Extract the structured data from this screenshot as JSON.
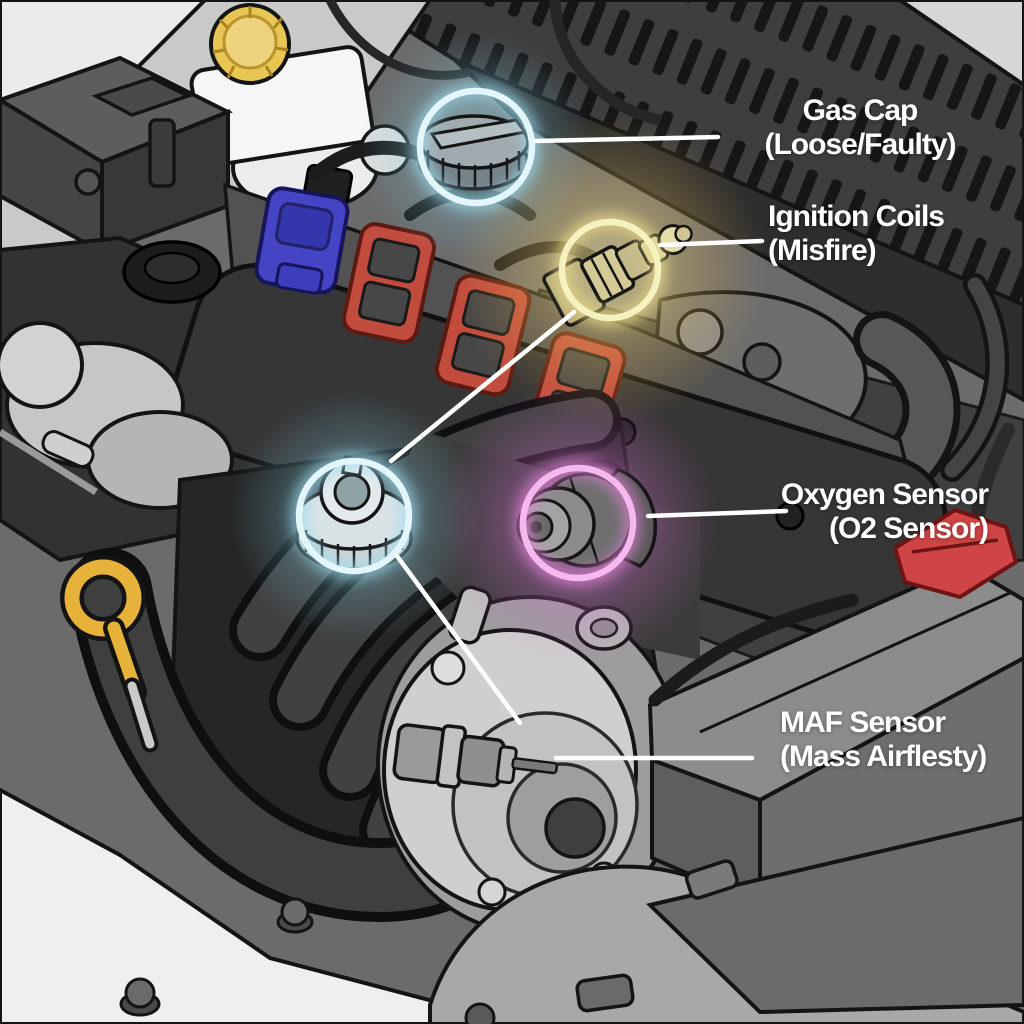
{
  "annotations": [
    {
      "id": "gas-cap",
      "title": "Gas Cap",
      "subtitle": "(Loose/Faulty)"
    },
    {
      "id": "ignition-coils",
      "title": "Ignition Coils",
      "subtitle": "(Misfire)"
    },
    {
      "id": "oxygen-sensor",
      "title": "Oxygen Sensor",
      "subtitle": "(O2 Sensor)"
    },
    {
      "id": "maf-sensor",
      "title": "MAF Sensor",
      "subtitle": "(Mass Airflesty)"
    }
  ],
  "rings": {
    "gas": {
      "glow": "#9fdcef",
      "line": "#e3f6fb"
    },
    "spark": {
      "glow": "#e9dd8a",
      "line": "#f7f1c0"
    },
    "oil": {
      "glow": "#9fdcef",
      "line": "#e3f6fb"
    },
    "o2": {
      "glow": "#dd7fd4",
      "line": "#f6b9ee"
    }
  },
  "palette": {
    "label_text": "#ffffff",
    "leader_line": "#ffffff",
    "background": "#6b6b6b",
    "coil_red": "#c14c3e",
    "coil_blue": "#4444c4",
    "reservoir_cap_yellow": "#e7c654",
    "dipstick_yellow": "#e6b23a",
    "battery_terminal_red": "#cf4444"
  }
}
